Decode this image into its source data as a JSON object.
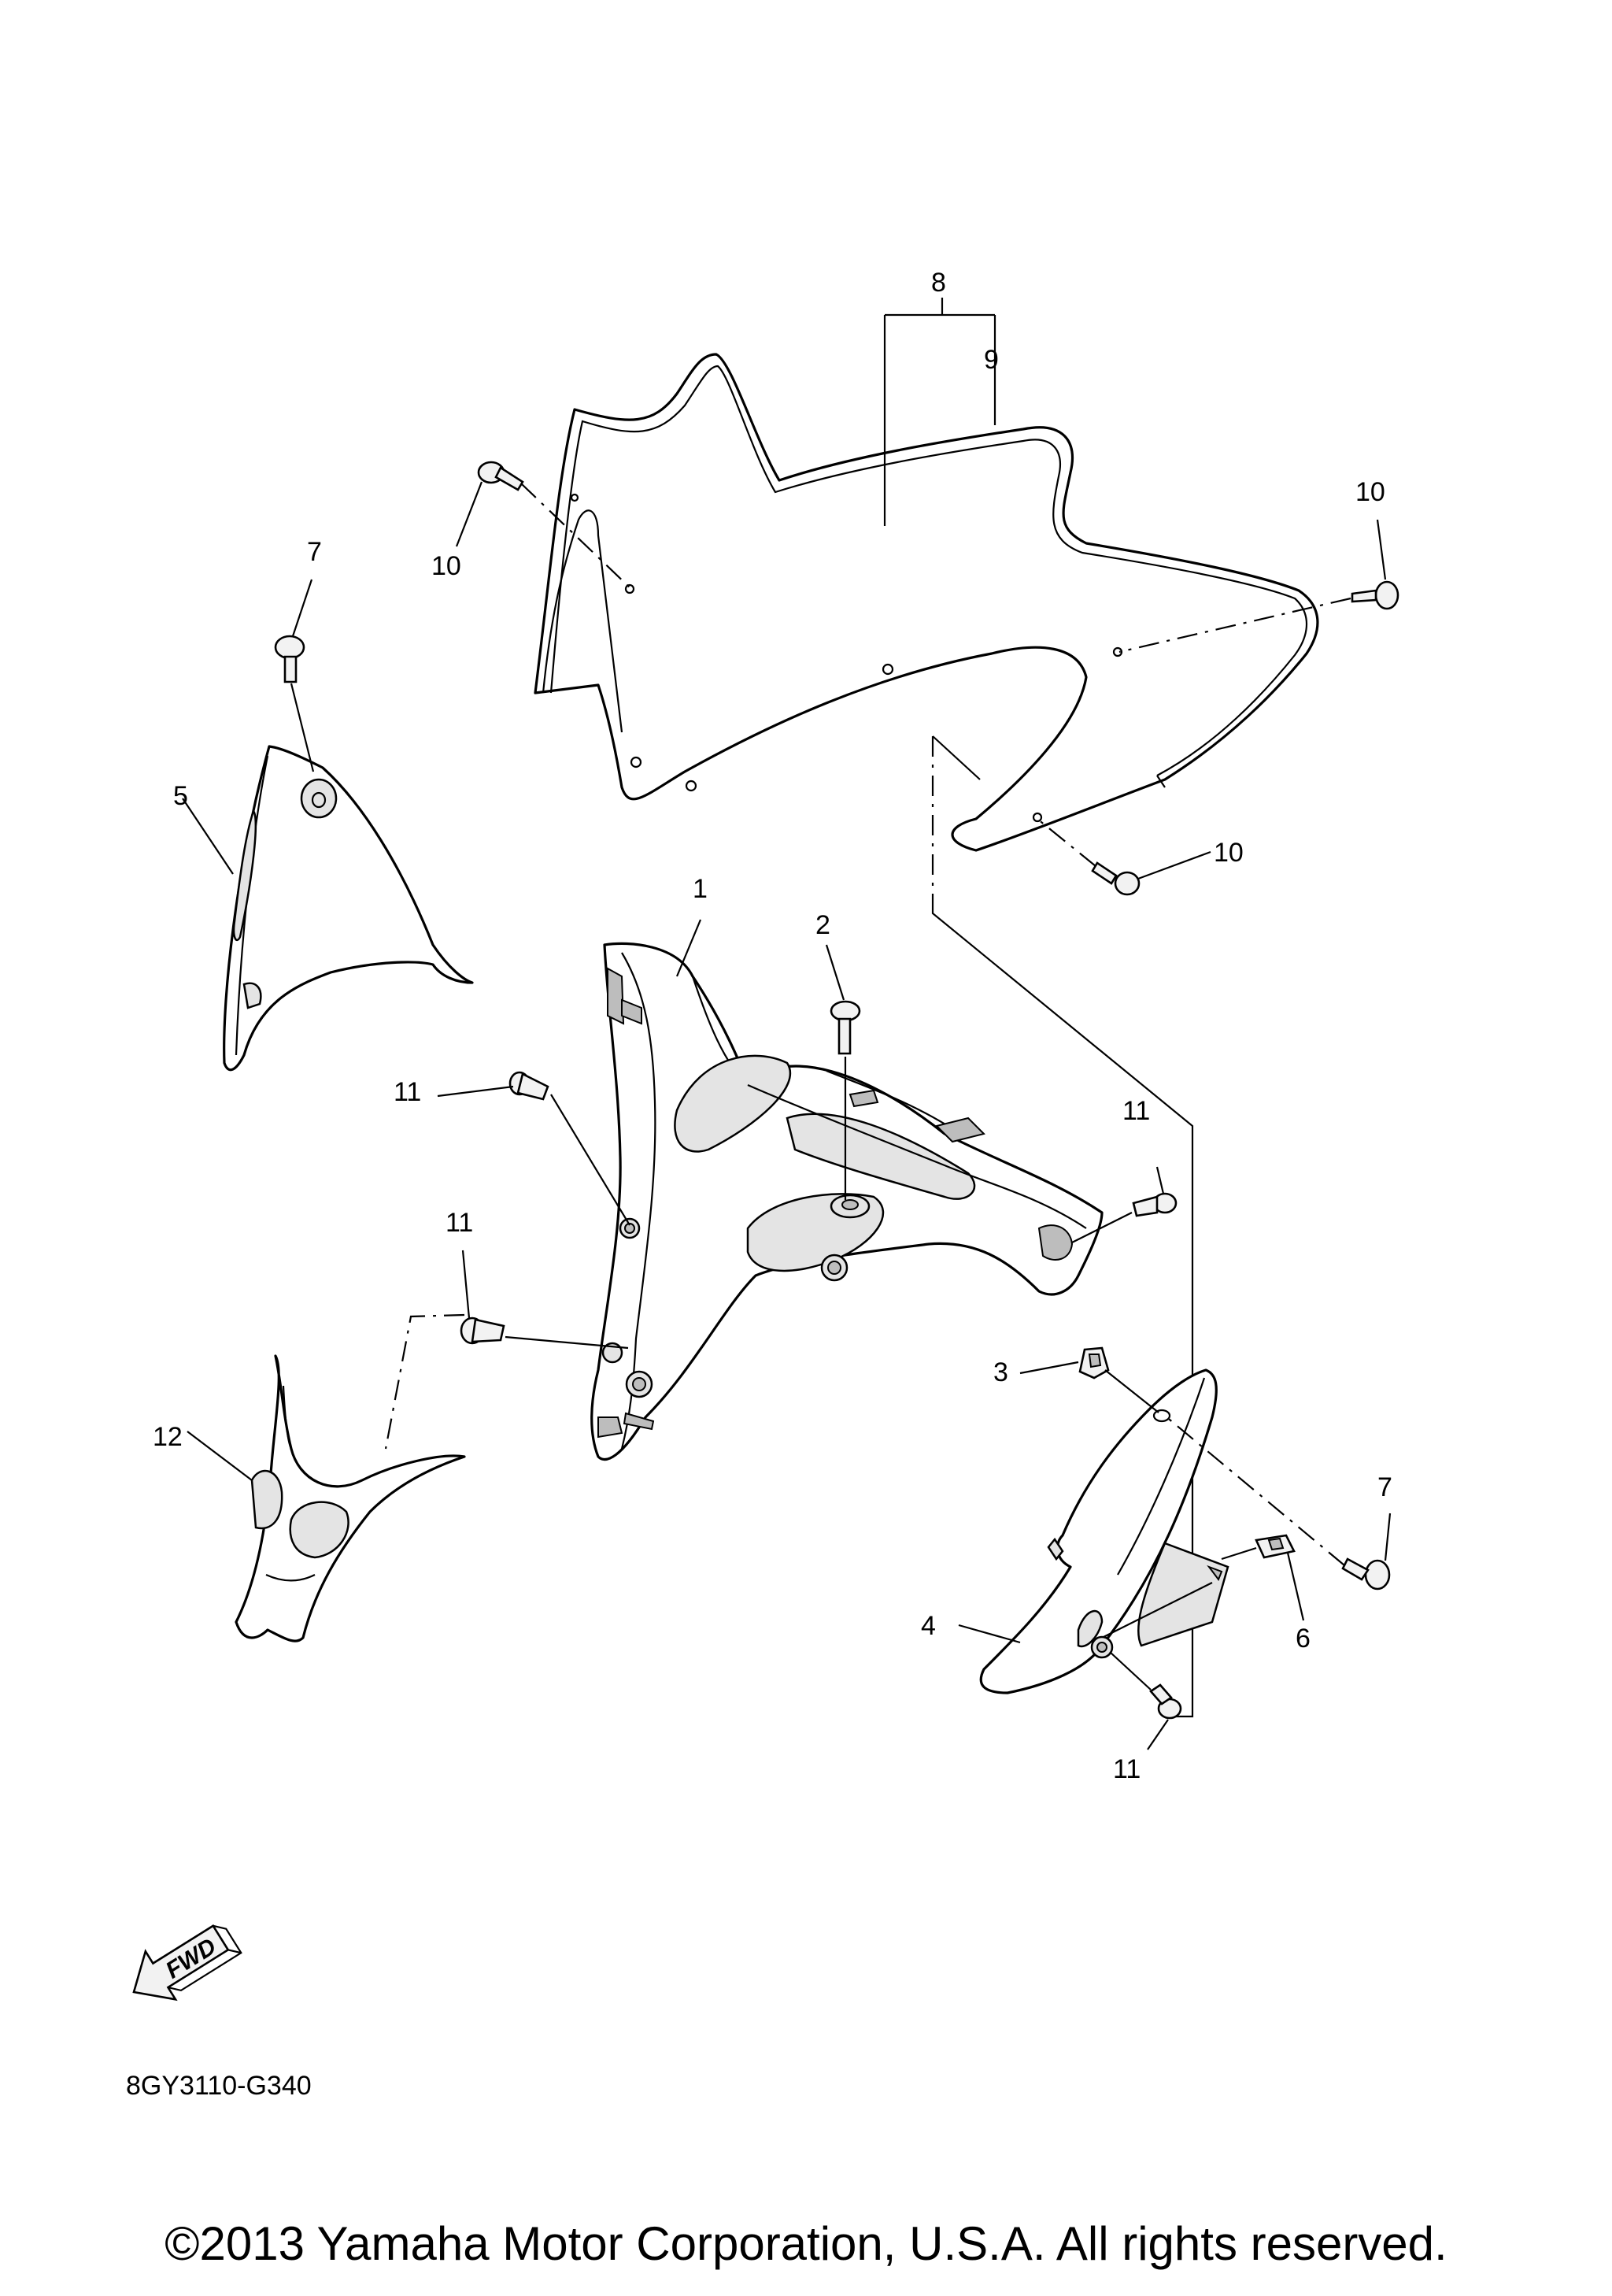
{
  "callouts": [
    {
      "id": "c1",
      "label": "1"
    },
    {
      "id": "c2",
      "label": "2"
    },
    {
      "id": "c3",
      "label": "3"
    },
    {
      "id": "c4",
      "label": "4"
    },
    {
      "id": "c5",
      "label": "5"
    },
    {
      "id": "c6",
      "label": "6"
    },
    {
      "id": "c7a",
      "label": "7"
    },
    {
      "id": "c7b",
      "label": "7"
    },
    {
      "id": "c8",
      "label": "8"
    },
    {
      "id": "c9",
      "label": "9"
    },
    {
      "id": "c10a",
      "label": "10"
    },
    {
      "id": "c10b",
      "label": "10"
    },
    {
      "id": "c10c",
      "label": "10"
    },
    {
      "id": "c11a",
      "label": "11"
    },
    {
      "id": "c11b",
      "label": "11"
    },
    {
      "id": "c11c",
      "label": "11"
    },
    {
      "id": "c11d",
      "label": "11"
    },
    {
      "id": "c12",
      "label": "12"
    }
  ],
  "fwd_label": "FWD",
  "diagram_code": "8GY3110-G340",
  "copyright": "©2013 Yamaha Motor Corporation, U.S.A. All rights reserved."
}
